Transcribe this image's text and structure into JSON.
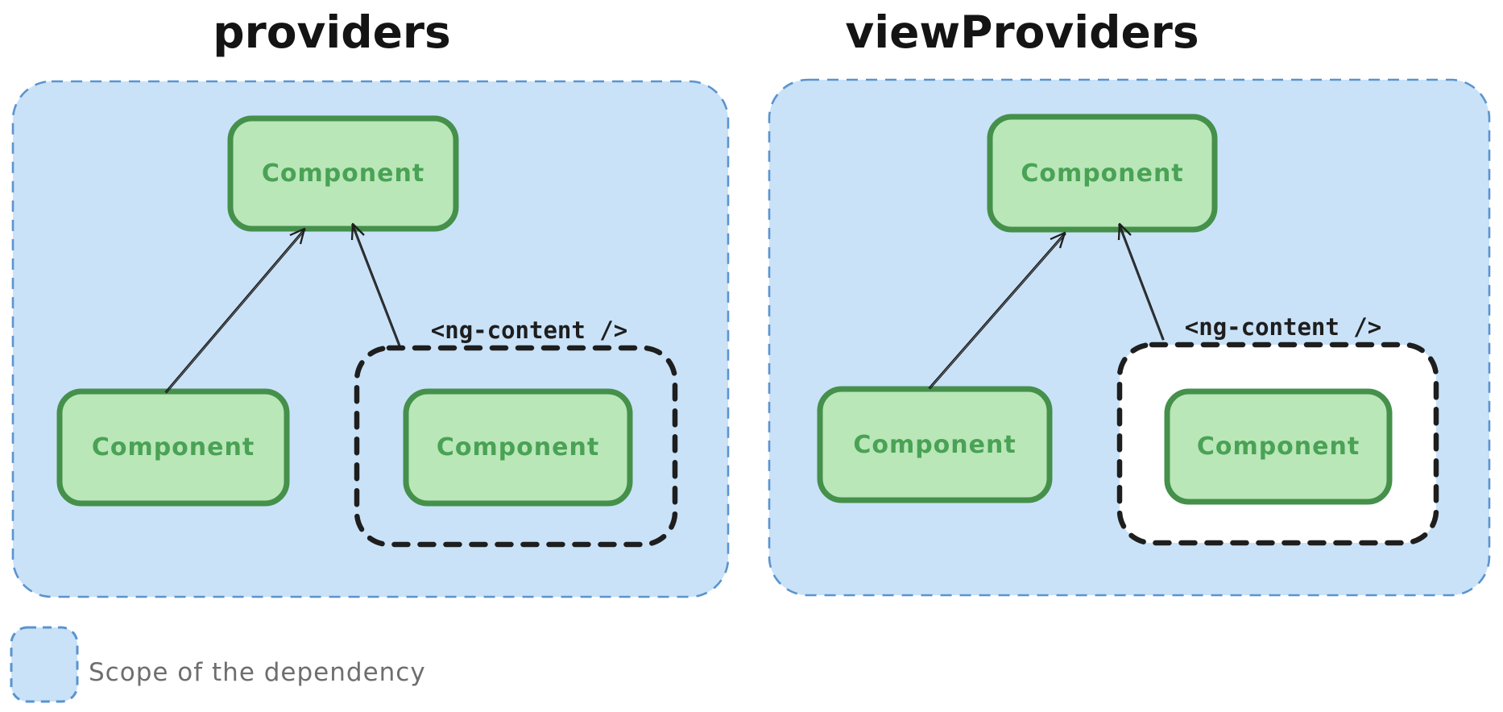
{
  "diagram": {
    "left_panel": {
      "title": "providers",
      "top_component_label": "Component",
      "bottom_component_label": "Component",
      "projected_component_label": "Component",
      "ng_content_label": "<ng-content />"
    },
    "right_panel": {
      "title": "viewProviders",
      "top_component_label": "Component",
      "bottom_component_label": "Component",
      "projected_component_label": "Component",
      "ng_content_label": "<ng-content />"
    },
    "legend": {
      "label": "Scope of the dependency"
    },
    "colors": {
      "scope_fill": "#c9e2f8",
      "scope_stroke": "#5b94ce",
      "component_fill": "#b9e7b8",
      "component_stroke": "#45904a",
      "component_text": "#4aa255",
      "outline": "#1e1e1e",
      "legend_text": "#6e6e6e"
    }
  }
}
